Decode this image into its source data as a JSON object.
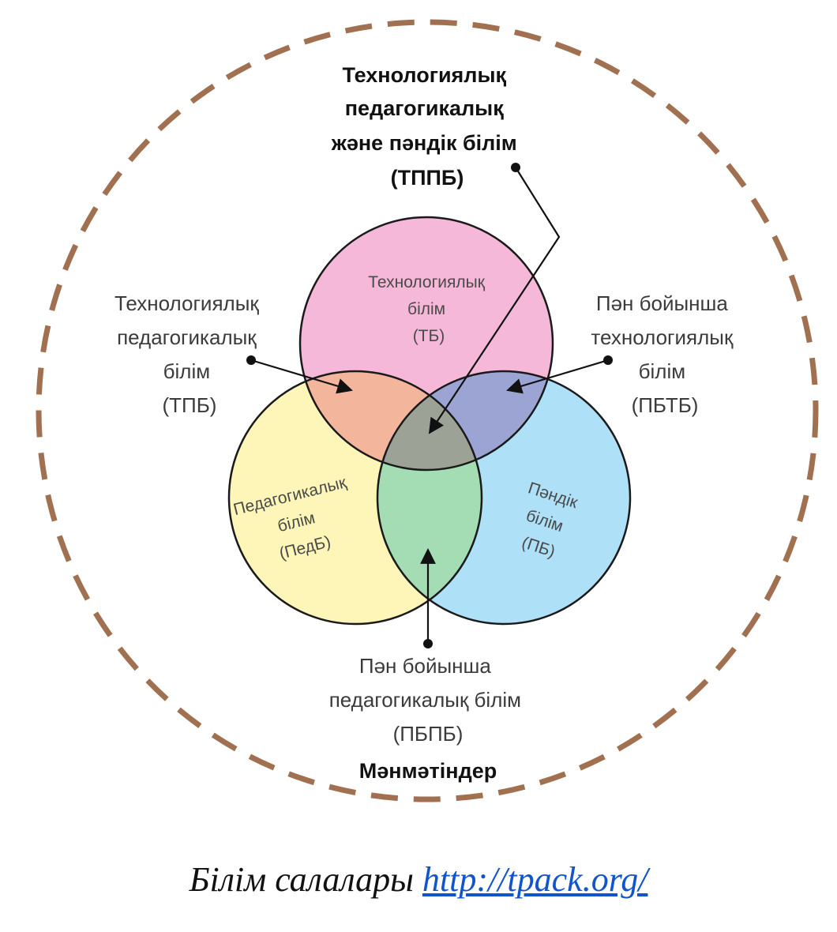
{
  "colors": {
    "dashed_border": "#a07050",
    "tech": "#f6b8d8",
    "ped": "#fdf6b8",
    "content": "#aee0f8",
    "tech_ped": "#f3b59c",
    "tech_content": "#9ca4d4",
    "ped_content": "#a4dcb4",
    "center": "#9ca396"
  },
  "labels": {
    "tpack": [
      "Технологиялық",
      "педагогикалық",
      "және пәндік білім",
      "(ТППБ)"
    ],
    "tb": [
      "Технологиялық",
      "білім",
      "(ТБ)"
    ],
    "tpb": [
      "Технологиялық",
      "педагогикалық",
      "білім",
      "(ТПБ)"
    ],
    "pbtb": [
      "Пән бойынша",
      "технологиялық",
      "білім",
      "(ПБТБ)"
    ],
    "pedb": [
      "Педагогикалық",
      "білім",
      "(ПедБ)"
    ],
    "pb": [
      "Пәндік",
      "білім",
      "(ПБ)"
    ],
    "pbpb": [
      "Пән бойынша",
      "педагогикалық білім",
      "(ПБПБ)"
    ],
    "context": "Мәнмәтіндер"
  },
  "caption": {
    "text": "Білім салалары ",
    "link": "http://tpack.org/"
  }
}
